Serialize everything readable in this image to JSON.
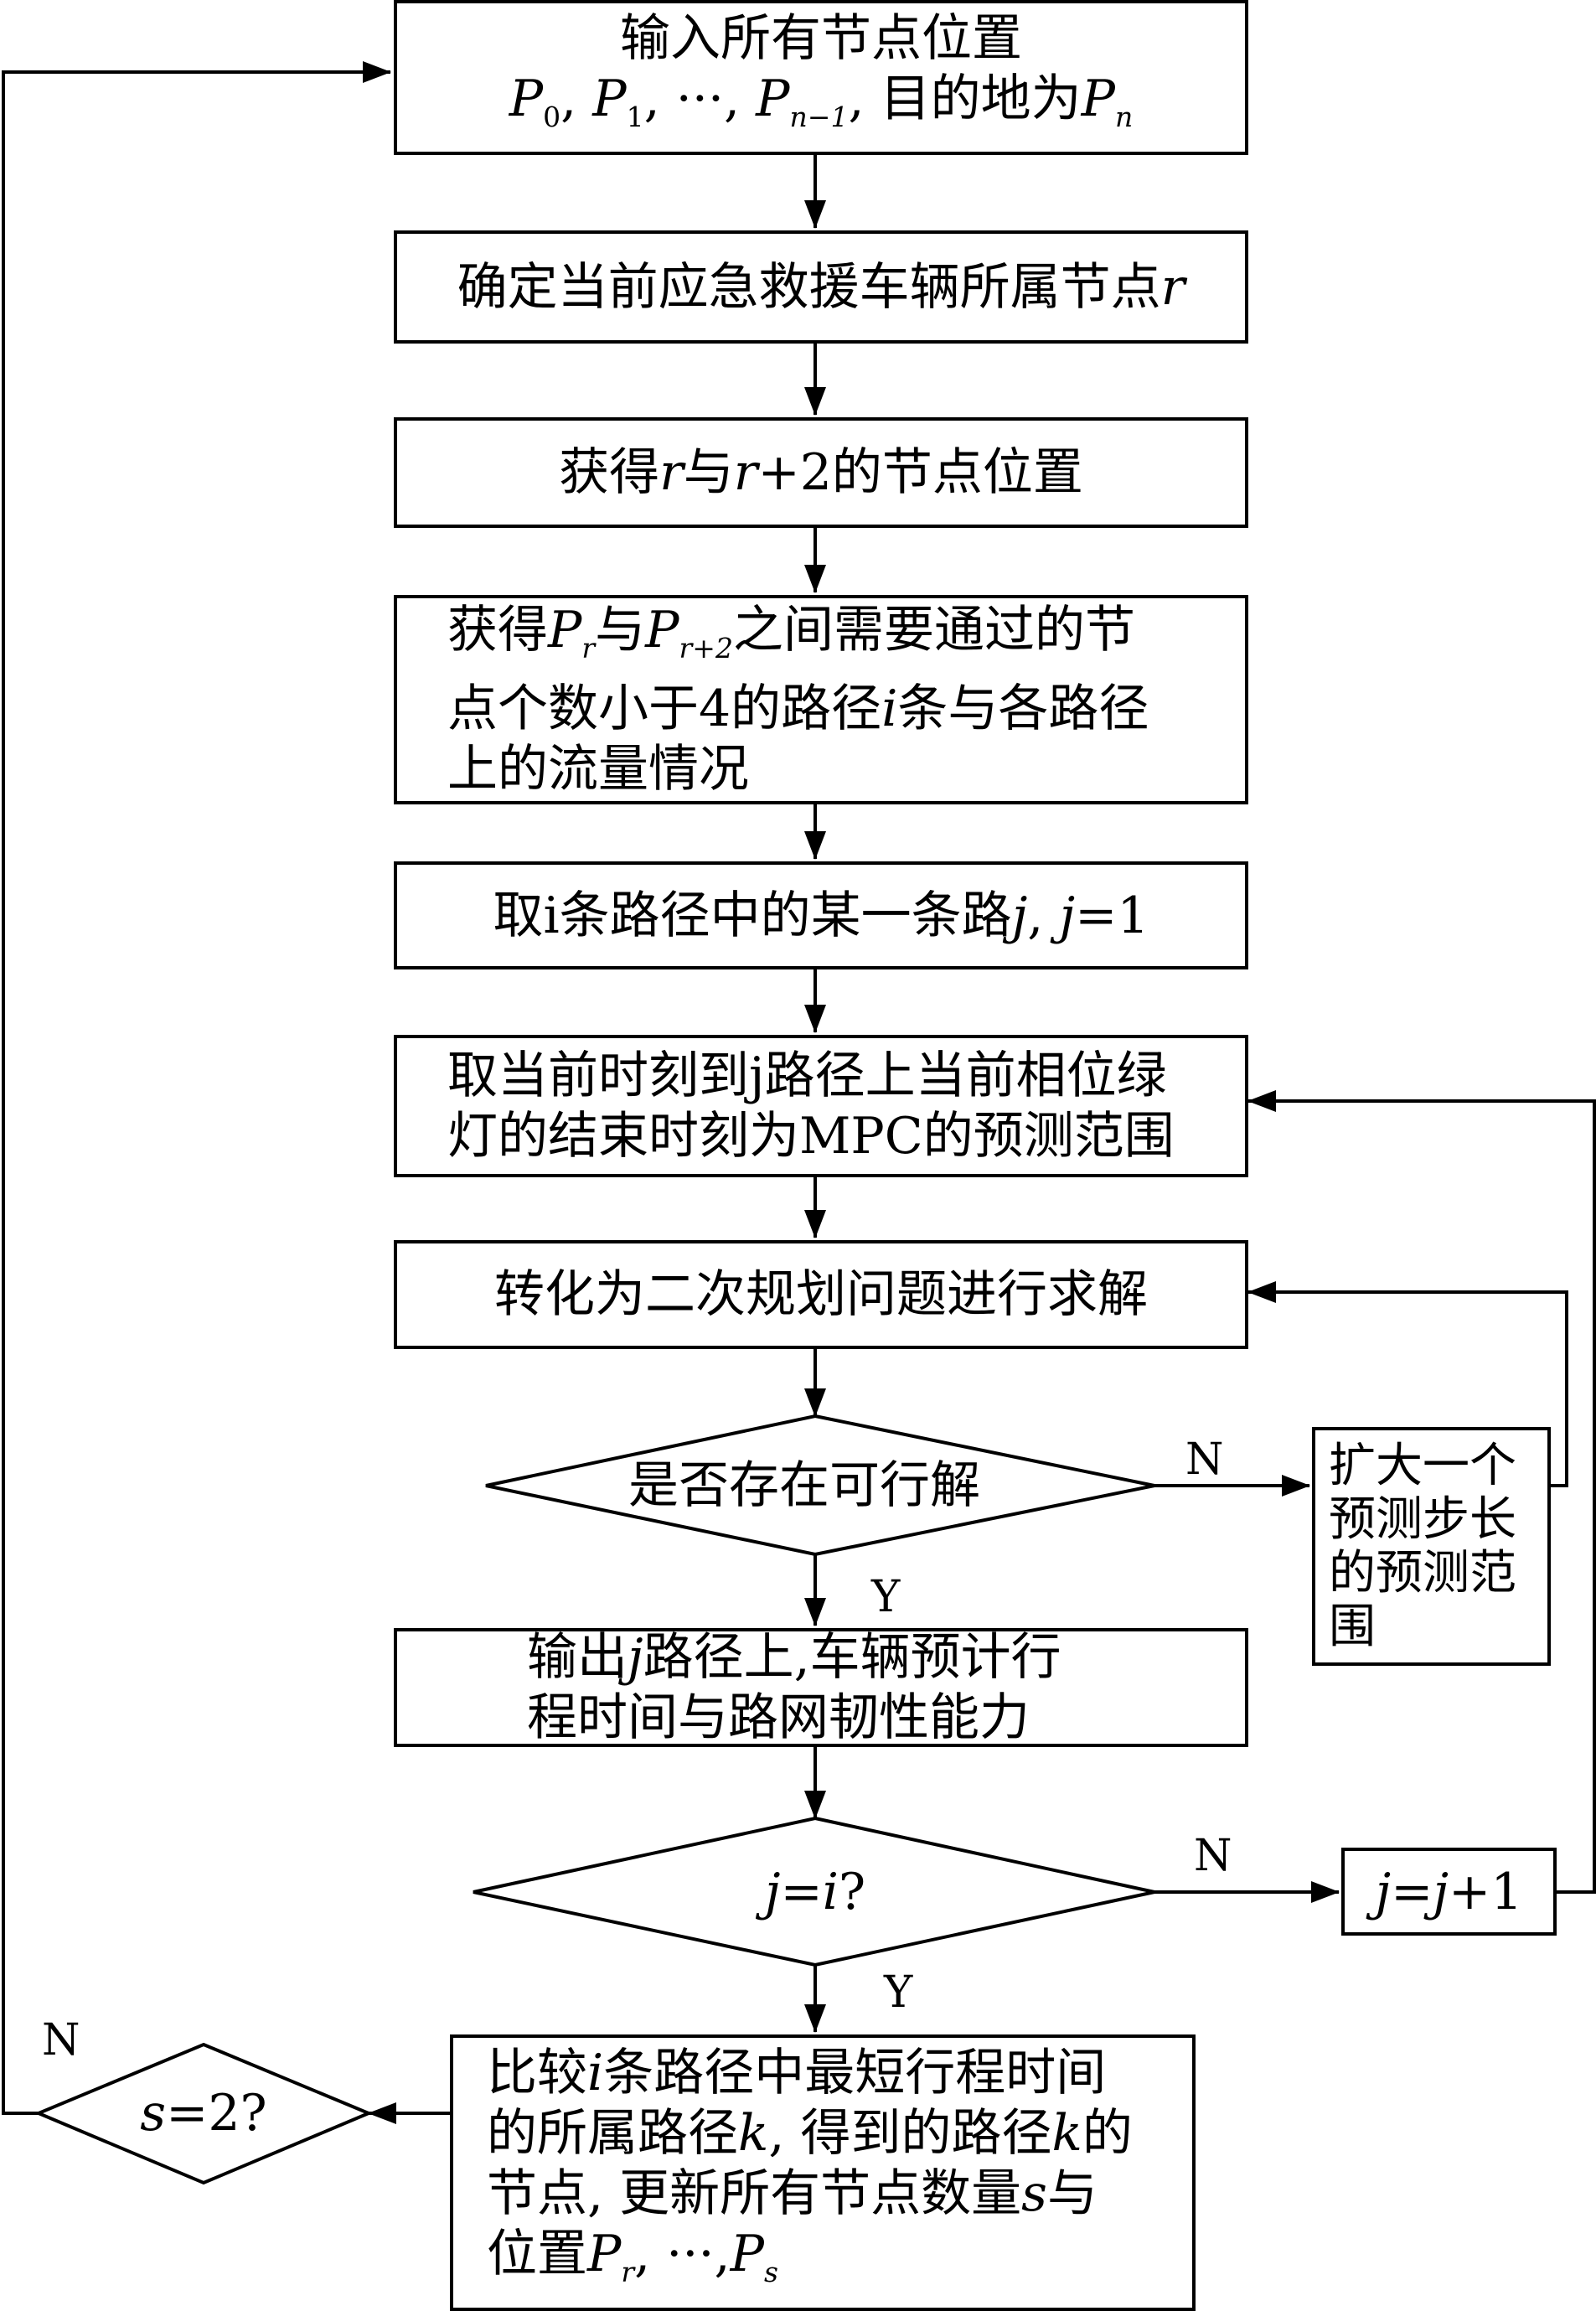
{
  "nodes": {
    "input": {
      "line1": "输入所有节点位置",
      "line2": {
        "p0": "P",
        "s0": "0",
        "c1": ", ",
        "p1": "P",
        "s1": "1",
        "c2": ", ···, ",
        "p2": "P",
        "s2": "n−1",
        "c3": ", 目的地为",
        "p3": "P",
        "s3": "n"
      }
    },
    "determine": {
      "text": "确定当前应急救援车辆所属节点",
      "var": "r"
    },
    "obtain_rr2": {
      "pre": "获得",
      "v1": "r",
      "mid": "与",
      "v2": "r",
      "post": "+2的节点位置"
    },
    "obtain_paths": {
      "l1_pre": "获得",
      "p1": "P",
      "s1": "r",
      "l1_mid": "与",
      "p2": "P",
      "s2": "r+2",
      "l1_post": "之间需要通过的节",
      "l2_pre": "点个数小于4的路径",
      "l2_var": "i",
      "l2_post": "条与各路径",
      "l3": "上的流量情况"
    },
    "take_path": {
      "pre": "取i条路径中的某一条路",
      "v1": "j",
      "mid": ", ",
      "v2": "j",
      "post": "=1"
    },
    "horizon": {
      "line1": "取当前时刻到j路径上当前相位绿",
      "line2": "灯的结束时刻为MPC的预测范围"
    },
    "qp": {
      "text": "转化为二次规划问题进行求解"
    },
    "feasible": {
      "text": "是否存在可行解"
    },
    "expand": {
      "line1": "扩大一个",
      "line2": "预测步长",
      "line3": "的预测范",
      "line4": "围"
    },
    "output": {
      "l1_pre": "输出",
      "l1_var": "j",
      "l1_post": "路径上,车辆预计行",
      "line2": "程时间与路网韧性能力"
    },
    "j_eq_i": {
      "v1": "j",
      "op": "=",
      "v2": "i",
      "q": "?"
    },
    "j_inc": {
      "v1": "j",
      "op": "=",
      "v2": "j",
      "post": "+1"
    },
    "compare": {
      "l1_pre": "比较",
      "l1_var": "i",
      "l1_post": "条路径中最短行程时间",
      "l2_pre": "的所属路径",
      "l2_var": "k",
      "l2_mid": ", 得到的路径",
      "l2_var2": "k",
      "l2_post": "的",
      "l3_pre": "节点, 更新所有节点数量",
      "l3_var": "s",
      "l3_post": "与",
      "l4_pre": "位置",
      "p1": "P",
      "s1": "r",
      "l4_mid": ", ···,",
      "p2": "P",
      "s2": "s"
    },
    "s_eq_2": {
      "v": "s",
      "post": "=2?"
    }
  },
  "labels": {
    "n_feasible": "N",
    "y_feasible": "Y",
    "n_ji": "N",
    "y_ji": "Y",
    "n_s": "N"
  }
}
